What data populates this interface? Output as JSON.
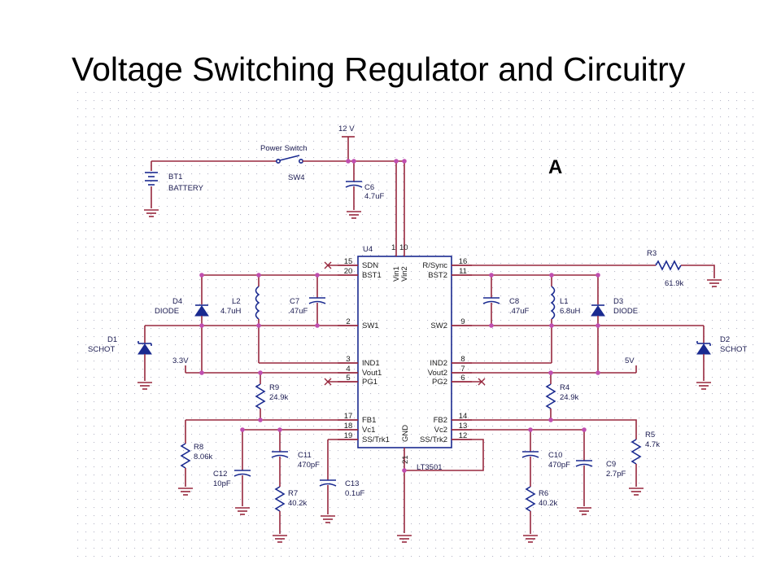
{
  "slide": {
    "title": "Voltage Switching Regulator and Circuitry"
  },
  "marker": "A",
  "ic": {
    "ref": "U4",
    "part": "LT3501",
    "left_pins": [
      {
        "num": "15",
        "name": "SDN"
      },
      {
        "num": "20",
        "name": "BST1"
      },
      {
        "num": "2",
        "name": "SW1"
      },
      {
        "num": "3",
        "name": "IND1"
      },
      {
        "num": "4",
        "name": "Vout1"
      },
      {
        "num": "5",
        "name": "PG1"
      },
      {
        "num": "17",
        "name": "FB1"
      },
      {
        "num": "18",
        "name": "Vc1"
      },
      {
        "num": "19",
        "name": "SS/Trk1"
      }
    ],
    "right_pins": [
      {
        "num": "16",
        "name": "R/Sync"
      },
      {
        "num": "11",
        "name": "BST2"
      },
      {
        "num": "9",
        "name": "SW2"
      },
      {
        "num": "8",
        "name": "IND2"
      },
      {
        "num": "7",
        "name": "Vout2"
      },
      {
        "num": "6",
        "name": "PG2"
      },
      {
        "num": "14",
        "name": "FB2"
      },
      {
        "num": "13",
        "name": "Vc2"
      },
      {
        "num": "12",
        "name": "SS/Trk2"
      }
    ],
    "top_pins": [
      {
        "num": "1",
        "name": "Vin1"
      },
      {
        "num": "10",
        "name": "Vin2"
      }
    ],
    "bottom_pin": {
      "num": "21",
      "name": "GND"
    }
  },
  "rails": {
    "input": "12 V",
    "out1": "3.3V",
    "out2": "5V"
  },
  "switch": {
    "name": "Power Switch",
    "ref": "SW4"
  },
  "components": [
    {
      "ref": "BT1",
      "value": "BATTERY"
    },
    {
      "ref": "C6",
      "value": "4.7uF"
    },
    {
      "ref": "R3",
      "value": "61.9k"
    },
    {
      "ref": "D4",
      "value": "DIODE"
    },
    {
      "ref": "L2",
      "value": "4.7uH"
    },
    {
      "ref": "C7",
      "value": ".47uF"
    },
    {
      "ref": "C8",
      "value": ".47uF"
    },
    {
      "ref": "L1",
      "value": "6.8uH"
    },
    {
      "ref": "D3",
      "value": "DIODE"
    },
    {
      "ref": "D1",
      "value": "SCHOT"
    },
    {
      "ref": "D2",
      "value": "SCHOT"
    },
    {
      "ref": "R9",
      "value": "24.9k"
    },
    {
      "ref": "R4",
      "value": "24.9k"
    },
    {
      "ref": "R8",
      "value": "8.06k"
    },
    {
      "ref": "C12",
      "value": "10pF"
    },
    {
      "ref": "C11",
      "value": "470pF"
    },
    {
      "ref": "R7",
      "value": "40.2k"
    },
    {
      "ref": "C13",
      "value": "0.1uF"
    },
    {
      "ref": "C10",
      "value": "470pF"
    },
    {
      "ref": "C9",
      "value": "2.7pF"
    },
    {
      "ref": "R6",
      "value": "40.2k"
    },
    {
      "ref": "R5",
      "value": "4.7k"
    }
  ]
}
